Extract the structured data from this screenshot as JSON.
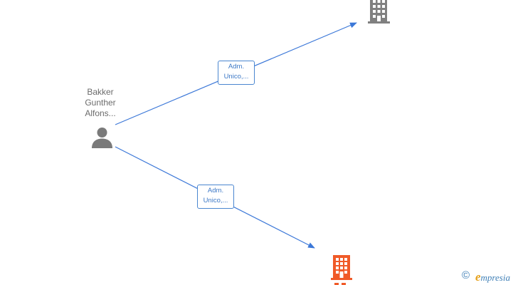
{
  "diagram": {
    "person": {
      "name_lines": [
        "Bakker",
        "Gunther",
        "Alfons..."
      ],
      "icon": "person-icon",
      "color": "#7a7a7a"
    },
    "companies": [
      {
        "icon": "building-icon",
        "color": "#808080"
      },
      {
        "icon": "building-icon",
        "color": "#f05a28"
      }
    ],
    "relations": [
      {
        "label_lines": [
          "Adm.",
          "Unico,..."
        ]
      },
      {
        "label_lines": [
          "Adm.",
          "Unico,..."
        ]
      }
    ],
    "edge_color": "#3c78d8"
  },
  "footer": {
    "copyright_symbol": "©",
    "brand_first_letter": "e",
    "brand_rest": "mpresia",
    "brand_color": "#3f7fb6",
    "brand_accent": "#e6a11b"
  }
}
